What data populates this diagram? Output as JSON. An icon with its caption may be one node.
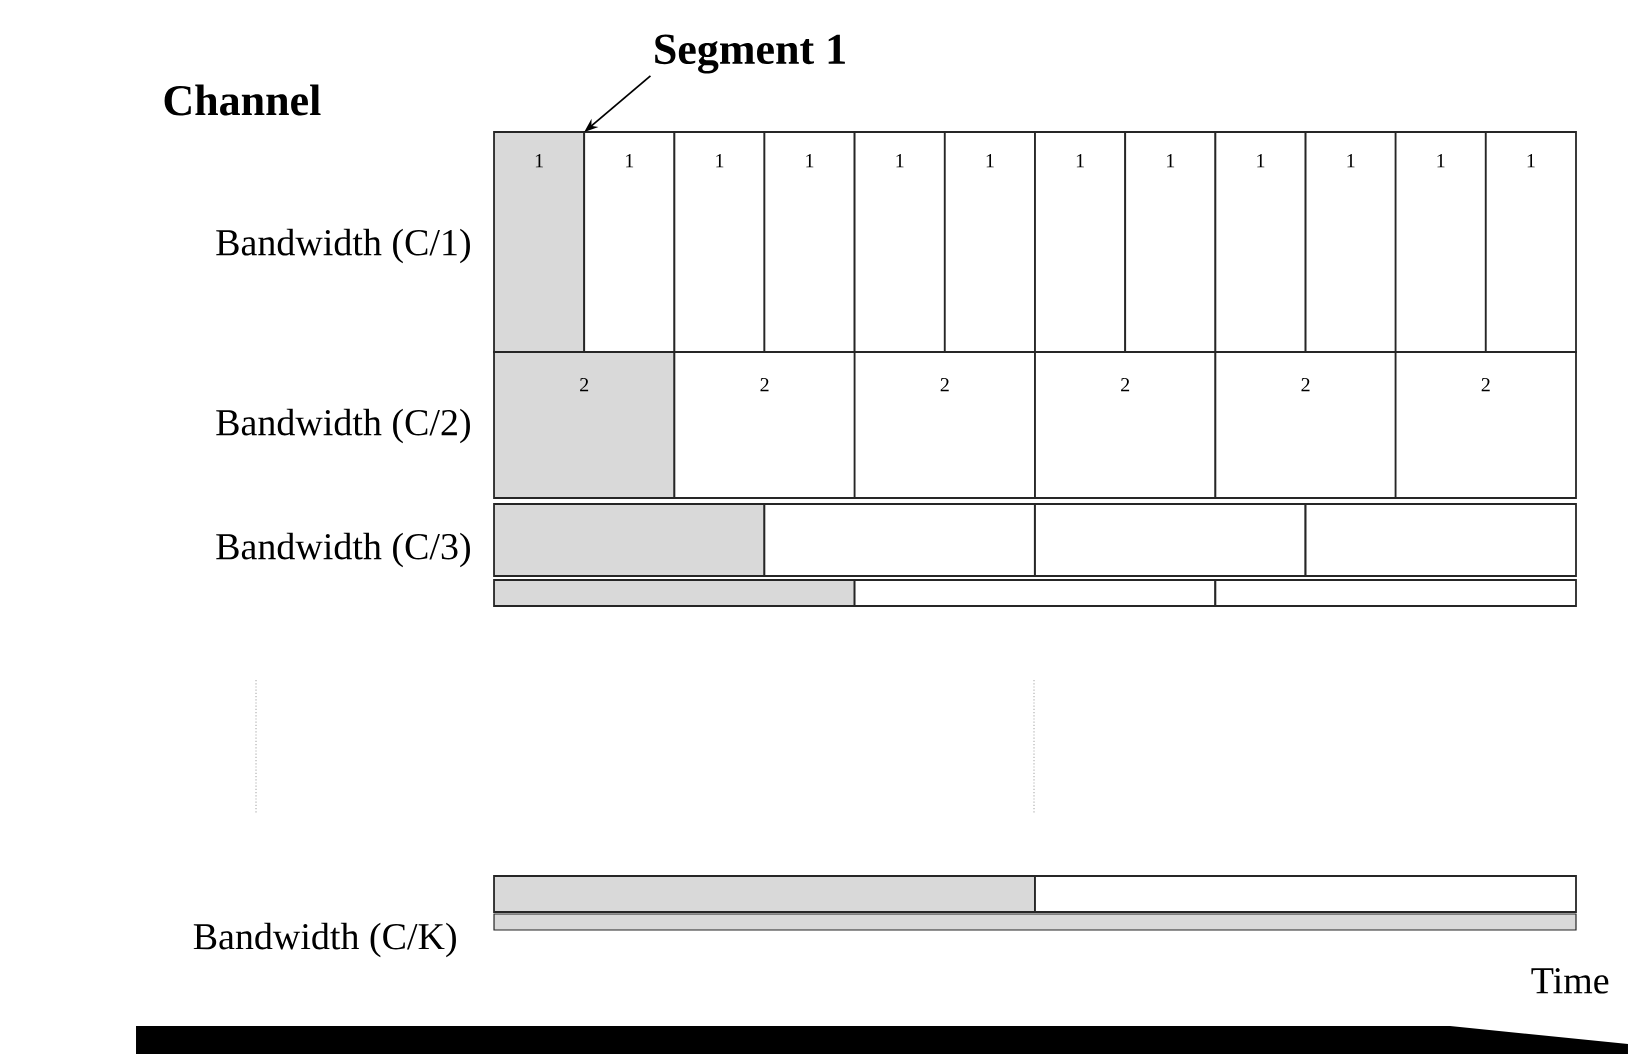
{
  "diagram": {
    "nodes": [
      {
        "text": [
          "Segment 1"
        ]
      },
      {
        "text": [
          "1"
        ]
      },
      {
        "text": [
          "1"
        ]
      },
      {
        "text": [
          "1"
        ]
      },
      {
        "text": [
          "1"
        ]
      },
      {
        "text": [
          "1"
        ]
      },
      {
        "text": [
          "1"
        ]
      },
      {
        "text": [
          "1"
        ]
      },
      {
        "text": [
          "1"
        ]
      },
      {
        "text": [
          "1"
        ]
      },
      {
        "text": [
          "1"
        ]
      },
      {
        "text": [
          "1"
        ]
      },
      {
        "text": [
          "1"
        ]
      },
      {
        "text": [
          "2"
        ]
      },
      {
        "text": [
          "2"
        ]
      },
      {
        "text": [
          "2"
        ]
      },
      {
        "text": [
          "2"
        ]
      },
      {
        "text": [
          "2"
        ]
      },
      {
        "text": [
          "2"
        ]
      },
      {
        "text": [],
        "shape": "box"
      },
      {
        "text": [],
        "shape": "box"
      },
      {
        "text": [],
        "shape": "box"
      },
      {
        "text": [],
        "shape": "box"
      },
      {
        "text": [],
        "shape": "box"
      },
      {
        "text": [],
        "shape": "box"
      },
      {
        "text": [],
        "shape": "box"
      },
      {
        "text": [],
        "shape": "box"
      },
      {
        "text": [],
        "shape": "box"
      },
      {
        "text": [],
        "shape": "bar"
      }
    ],
    "edges": [
      {
        "from": 0,
        "to": 1,
        "arrow": "to"
      }
    ],
    "labels": [
      "Channel",
      "Bandwidth (C/1)",
      "Bandwidth (C/2)",
      "Bandwidth (C/3)",
      "Bandwidth (C/K)",
      "Time"
    ]
  }
}
